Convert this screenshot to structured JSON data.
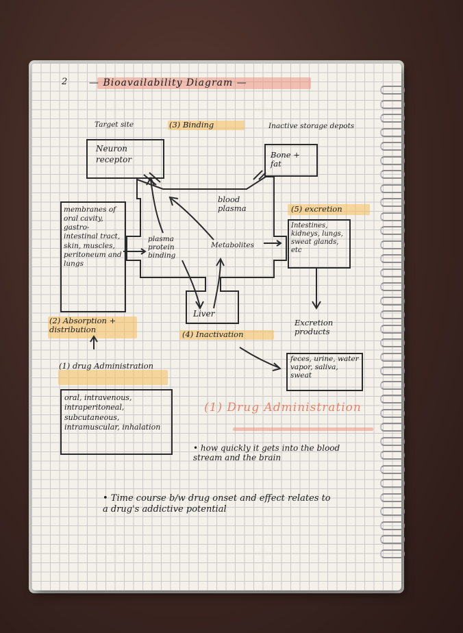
{
  "page_number": "2",
  "title": "— Bioavailability Diagram —",
  "labels": {
    "target_site": "Target site",
    "binding": "(3) Binding",
    "inactive_storage": "Inactive storage depots",
    "neuron_receptor": "Neuron receptor",
    "bone_fat": "Bone + fat",
    "blood_plasma": "blood plasma",
    "excretion_heading": "(5) excretion",
    "membranes": "membranes of oral cavity, gastro-intestinal tract, skin, muscles, peritoneum and lungs",
    "plasma_protein_binding": "plasma protein binding",
    "metabolites": "Metabolites",
    "excretion_organs": "Intestines, kidneys, lungs, sweat glands, etc",
    "liver": "Liver",
    "absorption": "(2) Absorption + distribution",
    "inactivation": "(4) Inactivation",
    "excretion_products": "Excretion products",
    "excretion_products_list": "feces, urine, water vapor, saliva, sweat",
    "drug_administration": "(1) drug Administration",
    "routes": "oral, intravenous, intraperitoneal, subcutaneous, intramuscular, inhalation"
  },
  "notes": {
    "heading": "(1) Drug Administration",
    "bullet1": "• how quickly it gets into the blood stream and the brain",
    "bullet2": "• Time course b/w drug onset and effect relates to a drug's addictive potential"
  }
}
